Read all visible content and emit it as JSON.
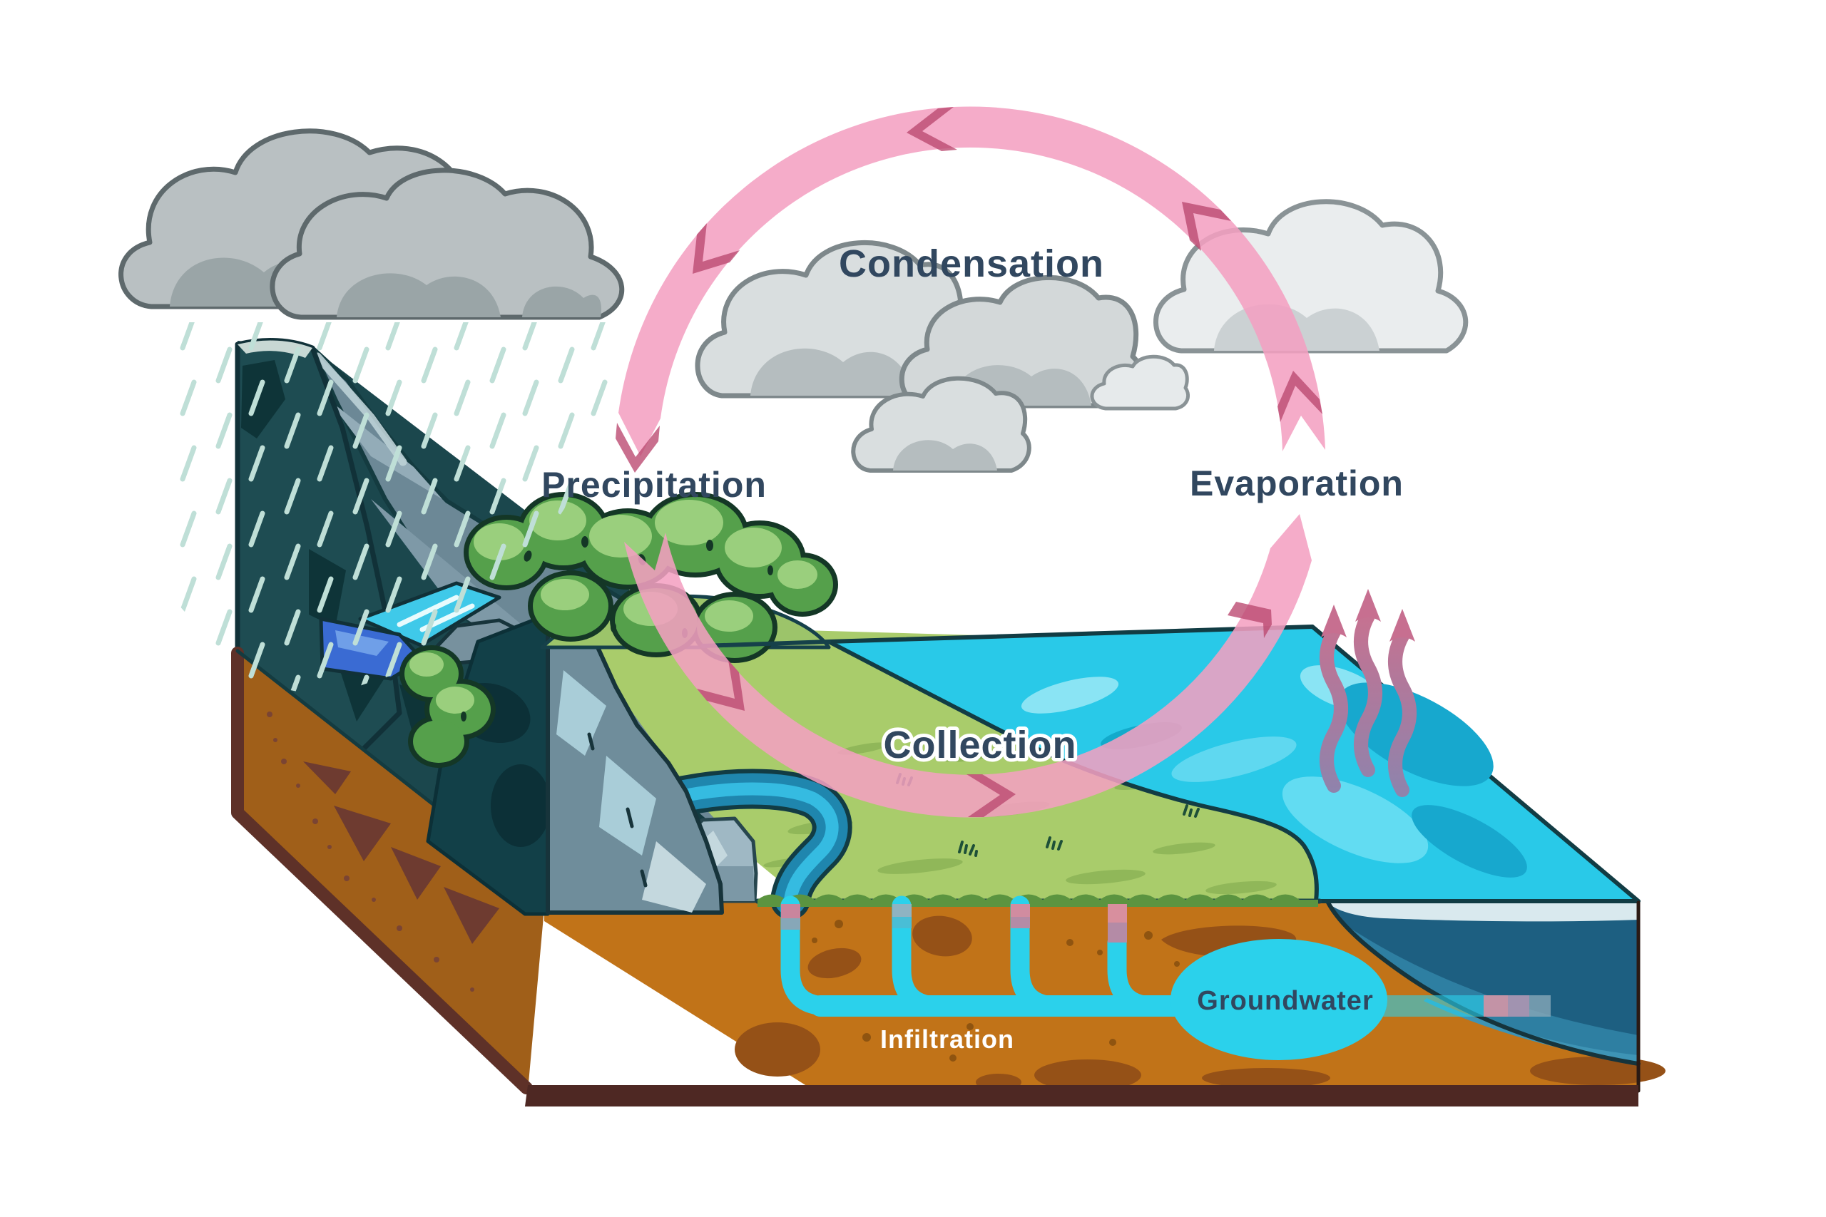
{
  "diagram": {
    "type": "water-cycle-illustration",
    "labels": {
      "condensation": "Condensation",
      "precipitation": "Precipitation",
      "evaporation": "Evaporation",
      "collection": "Collection",
      "infiltration": "Infiltration",
      "groundwater": "Groundwater"
    },
    "cycle_stages": [
      "Condensation",
      "Precipitation",
      "Collection",
      "Evaporation"
    ],
    "colors": {
      "cycle_arrow": "#F4A0C1",
      "cycle_arrow_chevron": "#BC4B72",
      "label_text": "#31475F",
      "label_text_light": "#FFFFFF",
      "surface_water": "#29C9E8",
      "deep_sea": "#1D5F81",
      "groundwater_water": "#2BD1EB",
      "soil_front": "#C17318",
      "soil_side": "#A05F19",
      "grass": "#A9CC6B",
      "mountain": "#1E4C52",
      "rain": "#BFDFD7",
      "storm_cloud": "#B9C0C2",
      "fair_cloud": "#EAEDEE"
    }
  }
}
